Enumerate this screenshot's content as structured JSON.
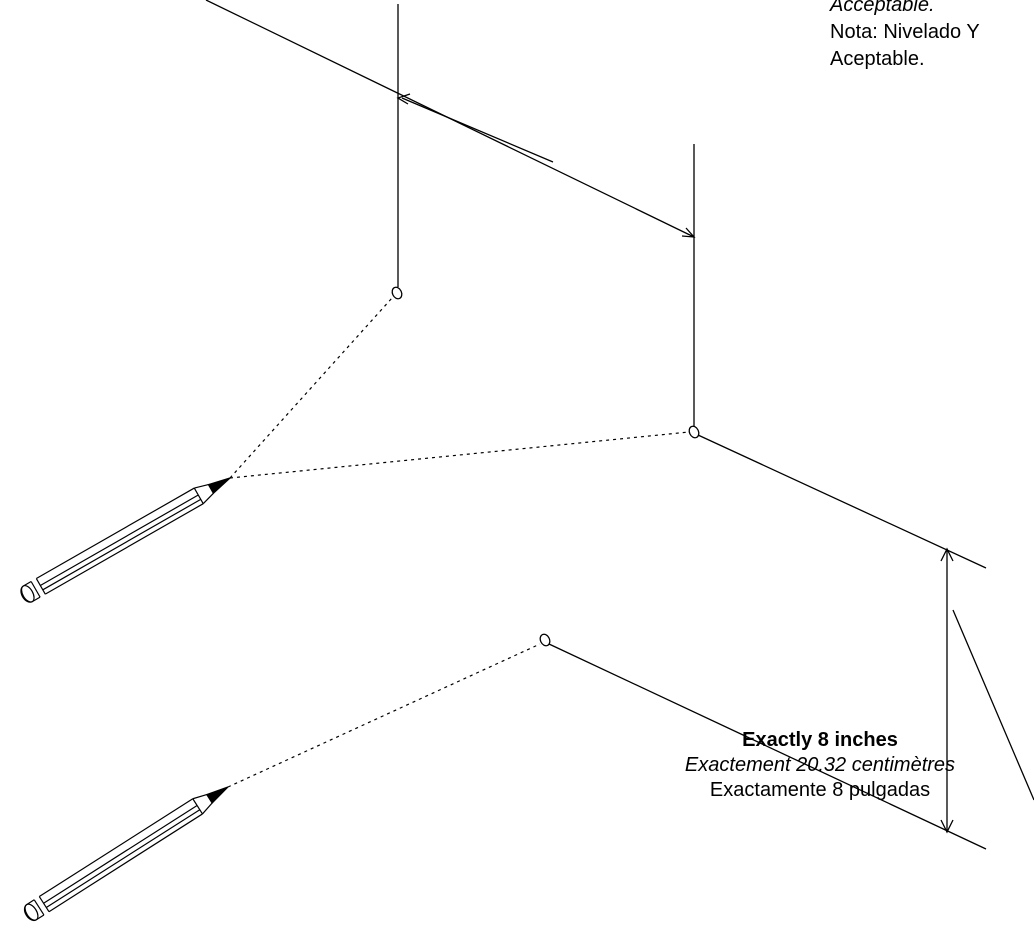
{
  "note": {
    "line1_partial": "Acceptable.",
    "line2": "Nota: Nivelado Y",
    "line3": "Aceptable."
  },
  "measurement": {
    "english": "Exactly 8 inches",
    "french": "Exactement 20.32 centimètres",
    "spanish": "Exactamente 8 pulgadas"
  },
  "colors": {
    "stroke": "#000000",
    "background": "#ffffff"
  },
  "icons": [
    "pencil-icon",
    "pencil-icon"
  ]
}
